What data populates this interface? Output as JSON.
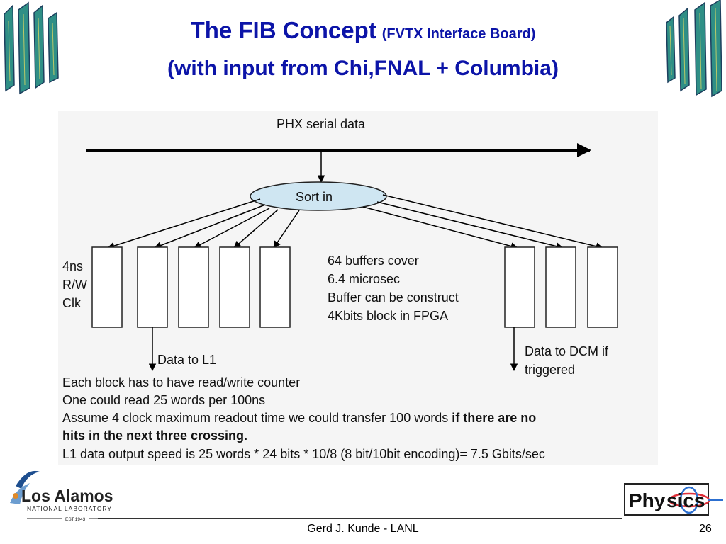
{
  "title": {
    "main": "The FIB Concept",
    "sub": "(FVTX Interface Board)",
    "line2": "(with input from Chi,FNAL + Columbia)"
  },
  "diagram": {
    "serial_label": "PHX serial data",
    "sort_label": "Sort in",
    "side_note": [
      "4ns",
      "R/W",
      "Clk"
    ],
    "buffer_note": [
      "64 buffers cover",
      "6.4 microsec",
      "Buffer can be construct",
      "4Kbits block in FPGA"
    ],
    "l1_label": "Data to L1",
    "dcm_label": [
      "Data to DCM if",
      "triggered"
    ],
    "notes": [
      "Each block has to have read/write counter",
      "One could read 25 words per 100ns"
    ],
    "assume_plain": "Assume 4 clock maximum readout time we could transfer 100 words ",
    "assume_bold": "if there are no",
    "assume_bold2": "hits in the next three crossing.",
    "speed_note": "L1 data output speed is 25 words * 24 bits * 10/8 (8 bit/10bit encoding)= 7.5 Gbits/sec"
  },
  "footer": {
    "author": "Gerd J. Kunde - LANL",
    "slide_number": "26"
  },
  "logos": {
    "lanl_name": "Los Alamos",
    "lanl_sub": "NATIONAL LABORATORY",
    "lanl_est": "EST.1943",
    "physics": "Physics"
  },
  "colors": {
    "title": "#0c14a8",
    "sort_fill": "#cfe6f2",
    "decoration": "#2f8f86"
  }
}
